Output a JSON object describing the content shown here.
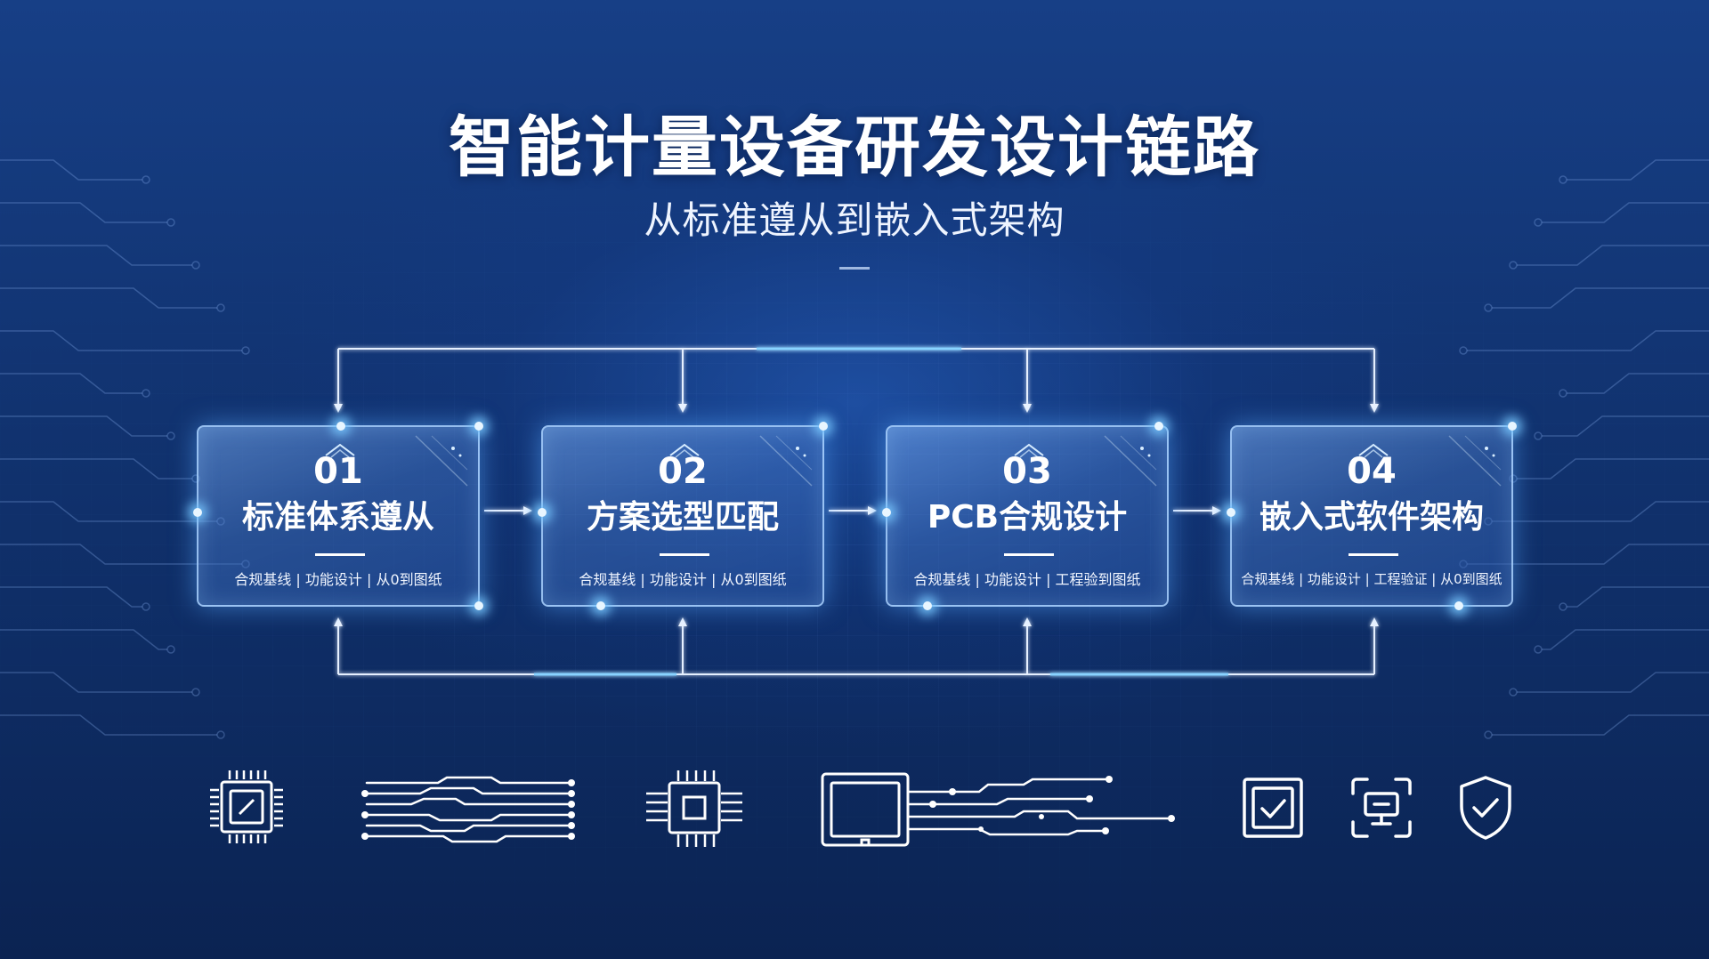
{
  "header": {
    "title": "智能计量设备研发设计链路",
    "subtitle": "从标准遵从到嵌入式架构"
  },
  "steps": [
    {
      "num": "01",
      "label": "标准体系遵从",
      "tags": "合规基线 | 功能设计 | 从0到图纸"
    },
    {
      "num": "02",
      "label": "方案选型匹配",
      "tags": "合规基线 | 功能设计 | 从0到图纸"
    },
    {
      "num": "03",
      "label": "PCB合规设计",
      "tags": "合规基线 | 功能设计 | 工程验到图纸"
    },
    {
      "num": "04",
      "label": "嵌入式软件架构",
      "tags": "合规基线 | 功能设计 | 工程验证 | 从0到图纸"
    }
  ],
  "icons": [
    "chip-icon",
    "circuit-traces-icon",
    "processor-icon",
    "pcb-board-icon",
    "checkbox-icon",
    "device-scan-icon",
    "shield-check-icon"
  ],
  "colors": {
    "background": "#123574",
    "accent": "#8fd0ff",
    "line": "#e6f0ff"
  }
}
